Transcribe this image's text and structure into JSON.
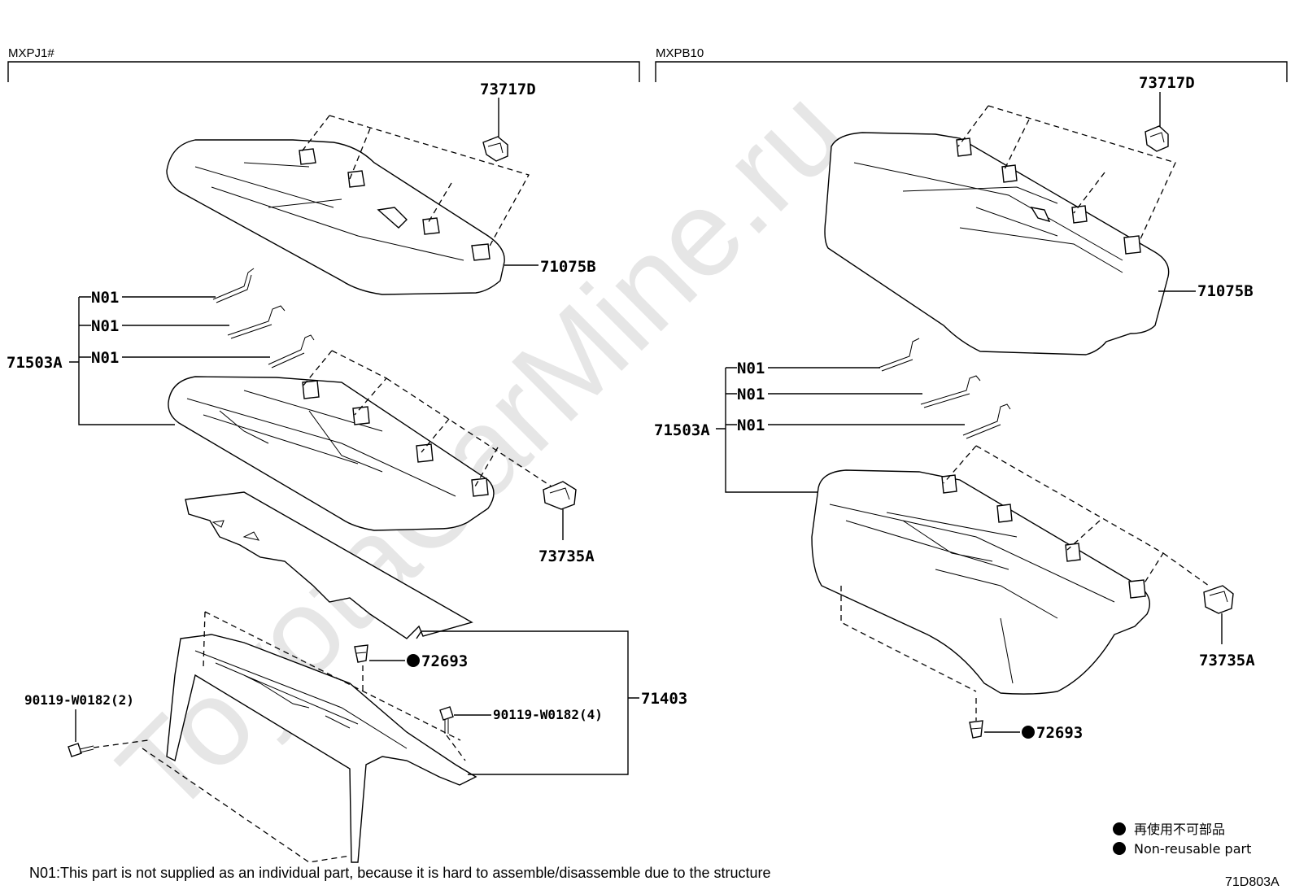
{
  "sections": {
    "left_label": "MXPJ1#",
    "right_label": "MXPB10"
  },
  "watermark": "ToyotaCarMine.ru",
  "left_parts": {
    "clip_top": "73717D",
    "seat_cover": "71075B",
    "assembly": "71503A",
    "n01_a": "N01",
    "n01_b": "N01",
    "n01_c": "N01",
    "clip_side": "73735A",
    "clip_bottom": "72693",
    "frame": "71403",
    "bolt_left": "90119-W0182(2)",
    "bolt_right": "90119-W0182(4)"
  },
  "right_parts": {
    "clip_top": "73717D",
    "seat_cover": "71075B",
    "assembly": "71503A",
    "n01_a": "N01",
    "n01_b": "N01",
    "n01_c": "N01",
    "clip_side": "73735A",
    "clip_bottom": "72693"
  },
  "legend": {
    "line1": "再使用不可部品",
    "line2": "Non-reusable part"
  },
  "footnote": "N01:This part is not supplied as an individual part, because it is hard to assemble/disassemble due to the structure",
  "diagram_code": "71D803A"
}
